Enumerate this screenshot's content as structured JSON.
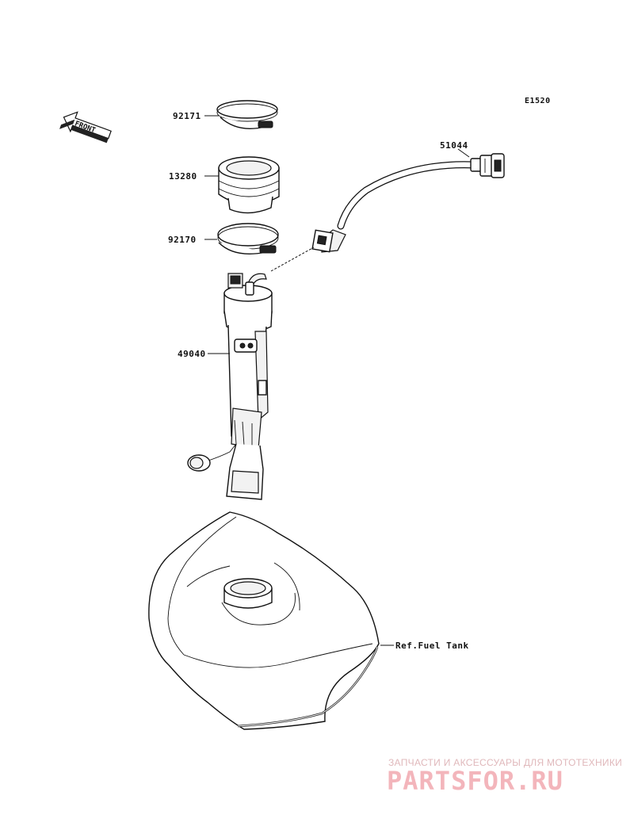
{
  "diagram": {
    "code": "E1520",
    "front_label": "FRONT",
    "parts": [
      {
        "number": "92171"
      },
      {
        "number": "13280"
      },
      {
        "number": "92170"
      },
      {
        "number": "51044"
      },
      {
        "number": "49040"
      }
    ],
    "reference": "Ref.Fuel Tank"
  },
  "watermark": {
    "tagline": "ЗАПЧАСТИ И АКСЕССУАРЫ ДЛЯ МОТОТЕХНИКИ",
    "logo": "PARTSFOR.RU",
    "color": "#f3b5bb"
  }
}
